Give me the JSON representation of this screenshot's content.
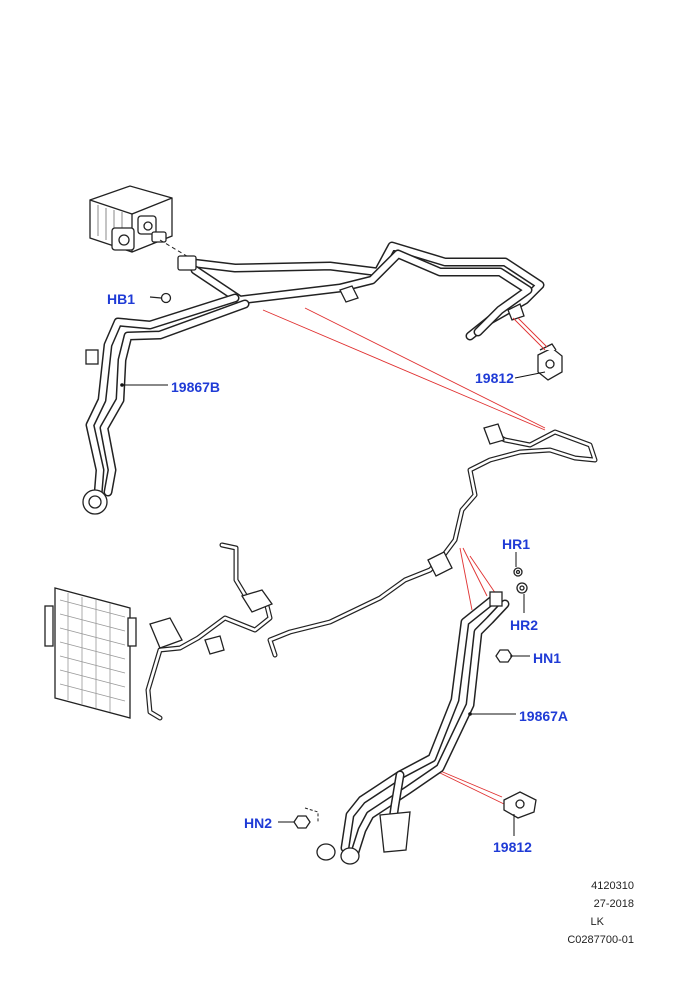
{
  "callouts": {
    "hb1": "HB1",
    "p19867b": "19867B",
    "p19812_top": "19812",
    "hr1": "HR1",
    "hr2": "HR2",
    "hn1": "HN1",
    "p19867a": "19867A",
    "hn2": "HN2",
    "p19812_bottom": "19812"
  },
  "footer": {
    "code": "4120310",
    "date": "27-2018",
    "initials": "LK",
    "ref": "C0287700-01"
  },
  "colors": {
    "callout": "#1f3bd6",
    "reference_line": "#e03030",
    "line": "#222222"
  }
}
